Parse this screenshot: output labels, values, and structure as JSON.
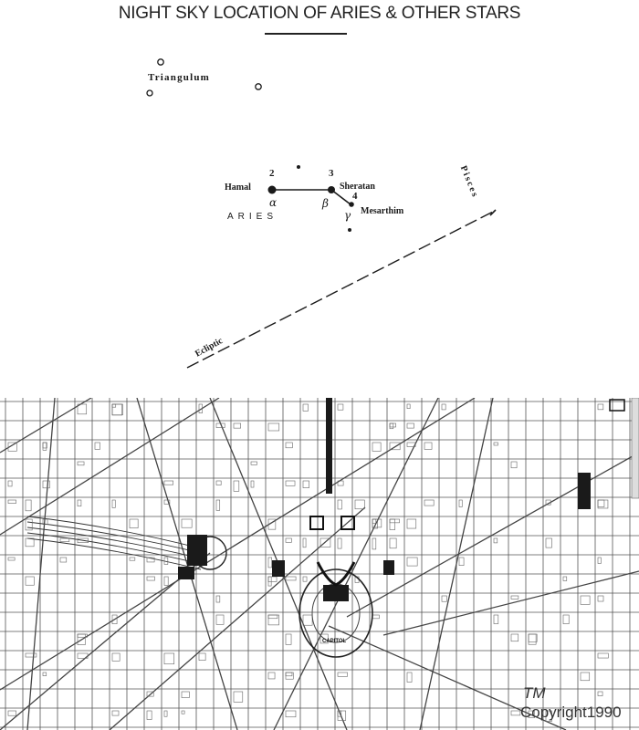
{
  "header": {
    "title": "NIGHT SKY LOCATION OF ARIES & OTHER STARS"
  },
  "sky_chart": {
    "triangulum": "Triangulum",
    "aries": "ARIES",
    "pisces": "Pisces",
    "ecliptic": "Ecliptic",
    "stars": {
      "hamal": {
        "name": "Hamal",
        "number": "2",
        "greek": "α"
      },
      "sheratan": {
        "name": "Sheratan",
        "number": "3",
        "greek": "β"
      },
      "mesarthim": {
        "name": "Mesarthim",
        "number": "4",
        "greek": "γ"
      }
    }
  },
  "map": {
    "capitol_label": "CAPITOL"
  },
  "footer": {
    "trademark": "TM",
    "copyright": "Copyright1990"
  }
}
